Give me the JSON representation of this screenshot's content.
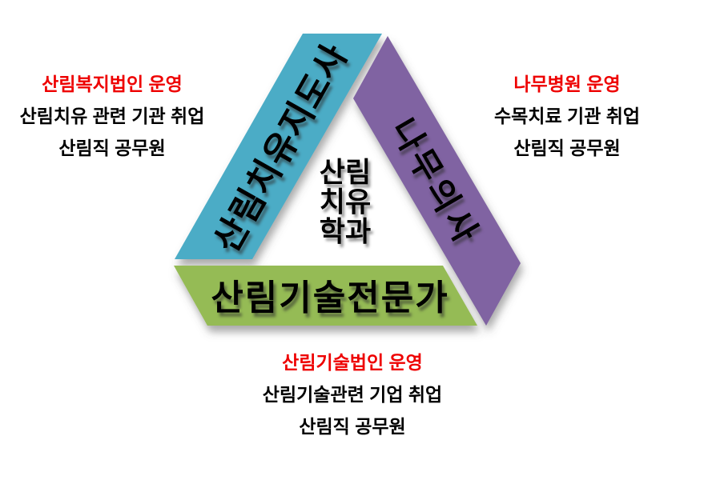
{
  "colors": {
    "background": "#FFFFFF",
    "red_title": "#EE0000",
    "black_text": "#000000"
  },
  "diagram": {
    "center": {
      "lines": [
        "산림",
        "치유",
        "학과"
      ]
    },
    "bands": {
      "left": {
        "label": "산림치유지도사",
        "color": "#4BACC6"
      },
      "right": {
        "label": "나무의사",
        "color": "#8064A2"
      },
      "bottom": {
        "label": "산림기술전문가",
        "color": "#95BB54"
      }
    }
  },
  "career_blocks": {
    "top_left": {
      "title": "산림복지법인 운영",
      "lines": [
        "산림치유 관련 기관 취업",
        "산림직 공무원"
      ]
    },
    "top_right": {
      "title": "나무병원 운영",
      "lines": [
        "수목치료 기관 취업",
        "산림직 공무원"
      ]
    },
    "bottom": {
      "title": "산림기술법인 운영",
      "lines": [
        "산림기술관련 기업 취업",
        "산림직 공무원"
      ]
    }
  }
}
